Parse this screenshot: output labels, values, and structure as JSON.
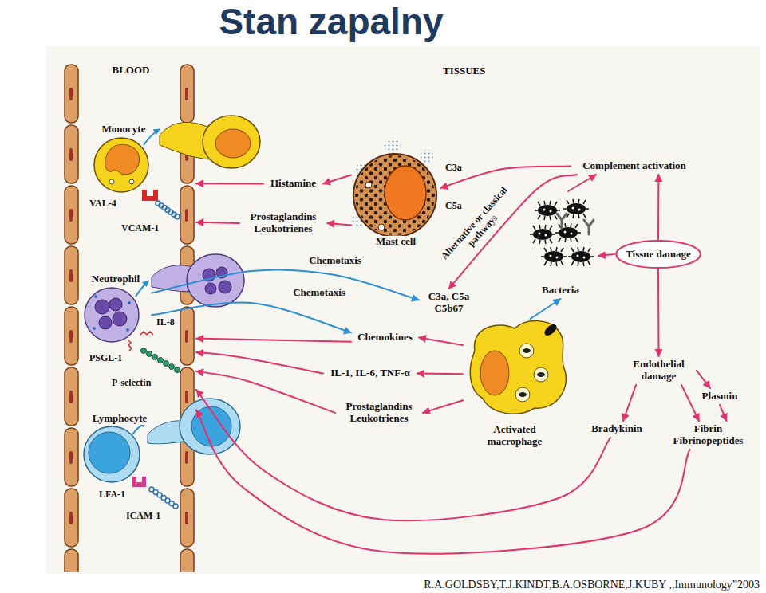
{
  "diagram": {
    "title": "Stan zapalny",
    "caption": "R.A.GOLDSBY,T.J.KINDT,B.A.OSBORNE,J.KUBY ,,Immunology”2003",
    "nodes": [
      {
        "text": [
          "BLOOD"
        ]
      },
      {
        "text": [
          "Monocyte"
        ],
        "in": 0
      },
      {
        "text": [
          "Neutrophil"
        ],
        "in": 0
      },
      {
        "text": [
          "Lymphocyte"
        ],
        "in": 0
      },
      {
        "text": [
          "Complement activation"
        ]
      },
      {
        "text": [
          "Histamine"
        ]
      },
      {
        "text": [
          "Mast cell"
        ]
      },
      {
        "text": [
          "Prostaglandins Leukotrienes"
        ]
      },
      {
        "text": [
          "Tissue damage"
        ]
      },
      {
        "text": [
          "C3a, C5a C5b67"
        ]
      },
      {
        "text": [
          "Bacteria"
        ]
      },
      {
        "text": [
          "Chemokines"
        ]
      },
      {
        "text": [
          "IL-1, IL-6, TNF-α"
        ]
      },
      {
        "text": [
          "Endothelial damage"
        ]
      },
      {
        "text": [
          "Prostaglandins Leukotrienes"
        ]
      },
      {
        "text": [
          "Plasmin"
        ]
      },
      {
        "text": [
          "Activated macrophage"
        ]
      },
      {
        "text": [
          "Bradykinin"
        ]
      },
      {
        "text": [
          "Fibrin Fibrinopeptides"
        ]
      }
    ],
    "edges": [
      {
        "from": 6,
        "to": 5,
        "arrow": "to"
      },
      {
        "from": 5,
        "to": 0,
        "arrow": "to"
      },
      {
        "from": 6,
        "to": 7,
        "arrow": "to"
      },
      {
        "from": 7,
        "to": 0,
        "arrow": "to"
      },
      {
        "from": 4,
        "to": 6,
        "arrow": "to"
      },
      {
        "from": 4,
        "to": 9,
        "label": "Alternative or classical pathways",
        "arrow": "to"
      },
      {
        "from": 10,
        "to": 4,
        "arrow": "to"
      },
      {
        "from": 8,
        "to": 4,
        "arrow": "to"
      },
      {
        "from": 8,
        "to": 10,
        "arrow": "to"
      },
      {
        "from": 8,
        "to": 13,
        "arrow": "to"
      },
      {
        "from": 2,
        "to": 9,
        "label": "Chemotaxis",
        "arrow": "to"
      },
      {
        "from": 2,
        "to": 11,
        "label": "Chemotaxis",
        "arrow": "to"
      },
      {
        "from": 16,
        "to": 10,
        "arrow": "to"
      },
      {
        "from": 16,
        "to": 11,
        "arrow": "to"
      },
      {
        "from": 16,
        "to": 12,
        "arrow": "to"
      },
      {
        "from": 16,
        "to": 14,
        "arrow": "to"
      },
      {
        "from": 11,
        "to": 0,
        "arrow": "to"
      },
      {
        "from": 12,
        "to": 0,
        "arrow": "to"
      },
      {
        "from": 14,
        "to": 0,
        "arrow": "to"
      },
      {
        "from": 13,
        "to": 15,
        "arrow": "to"
      },
      {
        "from": 13,
        "to": 17,
        "arrow": "to"
      },
      {
        "from": 13,
        "to": 18,
        "arrow": "to"
      },
      {
        "from": 15,
        "to": 18,
        "arrow": "to"
      },
      {
        "from": 17,
        "to": 0,
        "arrow": "to"
      },
      {
        "from": 18,
        "to": 0,
        "arrow": "to"
      }
    ],
    "labels": [
      "TISSUES",
      "VAL-4",
      "VCAM-1",
      "C3a",
      "C5a",
      "IL-8",
      "PSGL-1",
      "P-selectin",
      "LFA-1",
      "ICAM-1"
    ]
  }
}
